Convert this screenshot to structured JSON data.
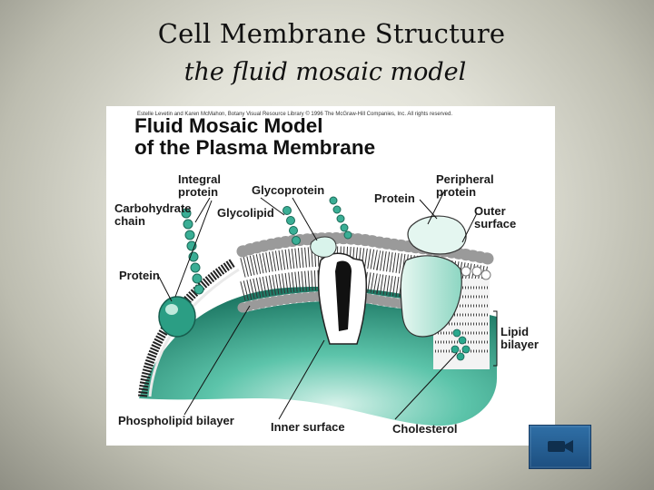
{
  "slide": {
    "title": "Cell Membrane Structure",
    "subtitle": "the fluid mosaic model"
  },
  "figure": {
    "credit": "Estelle Levetin and Karen McMahon, Botany Visual Resource Library © 1996 The McGraw-Hill Companies, Inc. All rights reserved.",
    "title_line1": "Fluid Mosaic Model",
    "title_line2": "of the Plasma Membrane",
    "labels": {
      "integral_protein": "Integral protein",
      "glycoprotein": "Glycoprotein",
      "protein_top": "Protein",
      "peripheral_protein": "Peripheral protein",
      "carbohydrate_chain": "Carbohydrate chain",
      "glycolipid": "Glycolipid",
      "outer_surface": "Outer surface",
      "protein_left": "Protein",
      "lipid_bilayer": "Lipid bilayer",
      "phospholipid_bilayer": "Phospholipid bilayer",
      "inner_surface": "Inner surface",
      "cholesterol": "Cholesterol"
    },
    "colors": {
      "membrane_teal": "#3fb79d",
      "membrane_dark": "#1f6e5e",
      "membrane_light": "#cfeee4",
      "head_white": "#ffffff"
    }
  },
  "nav": {
    "icon": "video-camera-icon"
  }
}
